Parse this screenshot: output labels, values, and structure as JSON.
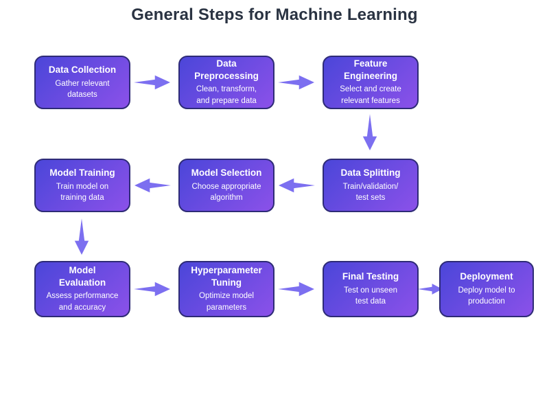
{
  "title": "General Steps for Machine Learning",
  "theme": {
    "box_gradient_start": "#4b46d9",
    "box_gradient_end": "#8b51e9",
    "box_border": "#2e2b76",
    "arrow_color": "#7c6ff0",
    "title_color": "#2a3342",
    "box_text_color": "#ffffff",
    "background": "#ffffff"
  },
  "steps": [
    {
      "id": "data-collection",
      "title": "Data Collection",
      "subtitle": "Gather relevant\ndatasets"
    },
    {
      "id": "data-preprocessing",
      "title": "Data\nPreprocessing",
      "subtitle": "Clean, transform,\nand prepare data"
    },
    {
      "id": "feature-engineering",
      "title": "Feature\nEngineering",
      "subtitle": "Select and create\nrelevant features"
    },
    {
      "id": "data-splitting",
      "title": "Data Splitting",
      "subtitle": "Train/validation/\ntest sets"
    },
    {
      "id": "model-selection",
      "title": "Model Selection",
      "subtitle": "Choose appropriate\nalgorithm"
    },
    {
      "id": "model-training",
      "title": "Model Training",
      "subtitle": "Train model on\ntraining data"
    },
    {
      "id": "model-evaluation",
      "title": "Model\nEvaluation",
      "subtitle": "Assess performance\nand accuracy"
    },
    {
      "id": "hyperparameter-tuning",
      "title": "Hyperparameter\nTuning",
      "subtitle": "Optimize model\nparameters"
    },
    {
      "id": "final-testing",
      "title": "Final Testing",
      "subtitle": "Test on unseen\ntest data"
    },
    {
      "id": "deployment",
      "title": "Deployment",
      "subtitle": "Deploy model to\nproduction"
    }
  ],
  "connections": [
    {
      "from": "Data Collection",
      "to": "Data Preprocessing",
      "direction": "right"
    },
    {
      "from": "Data Preprocessing",
      "to": "Feature Engineering",
      "direction": "right"
    },
    {
      "from": "Feature Engineering",
      "to": "Data Splitting",
      "direction": "down"
    },
    {
      "from": "Data Splitting",
      "to": "Model Selection",
      "direction": "left"
    },
    {
      "from": "Model Selection",
      "to": "Model Training",
      "direction": "left"
    },
    {
      "from": "Model Training",
      "to": "Model Evaluation",
      "direction": "down"
    },
    {
      "from": "Model Evaluation",
      "to": "Hyperparameter Tuning",
      "direction": "right"
    },
    {
      "from": "Hyperparameter Tuning",
      "to": "Final Testing",
      "direction": "right"
    },
    {
      "from": "Final Testing",
      "to": "Deployment",
      "direction": "right"
    }
  ]
}
